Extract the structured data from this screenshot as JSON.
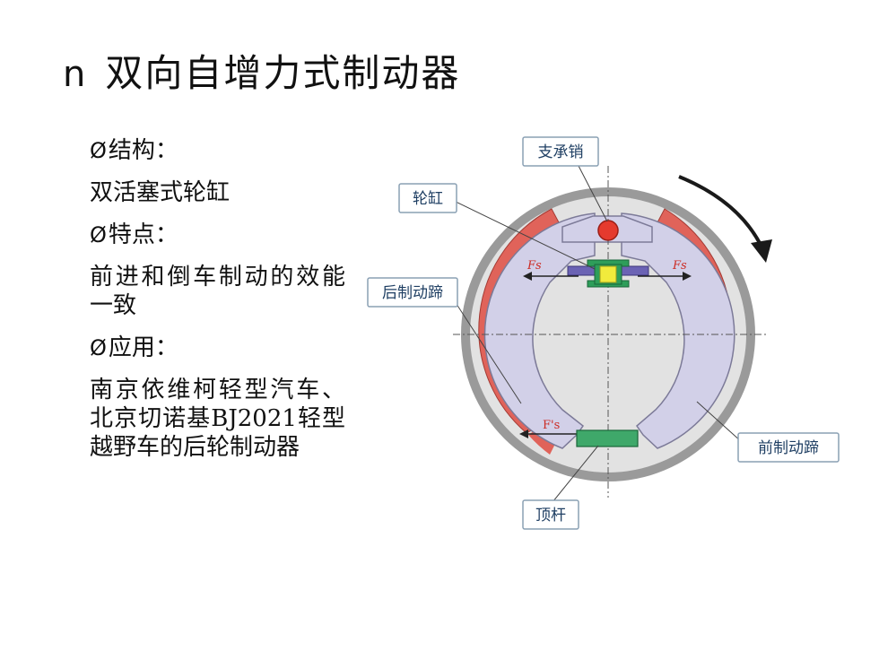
{
  "title": {
    "bullet": "n",
    "text": "双向自增力式制动器"
  },
  "left": {
    "structure_head": "结构：",
    "structure_body": "双活塞式轮缸",
    "feature_head": "特点：",
    "feature_body": "前进和倒车制动的效能一致",
    "application_head": "应用：",
    "application_body": "南京依维柯轻型汽车、北京切诺基BJ2021轻型越野车的后轮制动器",
    "bullet_symbol": "Ø"
  },
  "diagram": {
    "labels": {
      "pin": "支承销",
      "cylinder": "轮缸",
      "rear_shoe": "后制动蹄",
      "front_shoe": "前制动蹄",
      "push_rod": "顶杆"
    },
    "forces": {
      "left": "Fs",
      "right": "Fs",
      "bottom": "F's"
    },
    "colors": {
      "drum": "#8f8f8f",
      "lining": "#e0635a",
      "shoe": "#d2d0e8",
      "pin": "#e53a2e",
      "cylinder": "#2e9e5a",
      "piston": "#f1eb3c",
      "label_text": "#1f3f63"
    }
  }
}
